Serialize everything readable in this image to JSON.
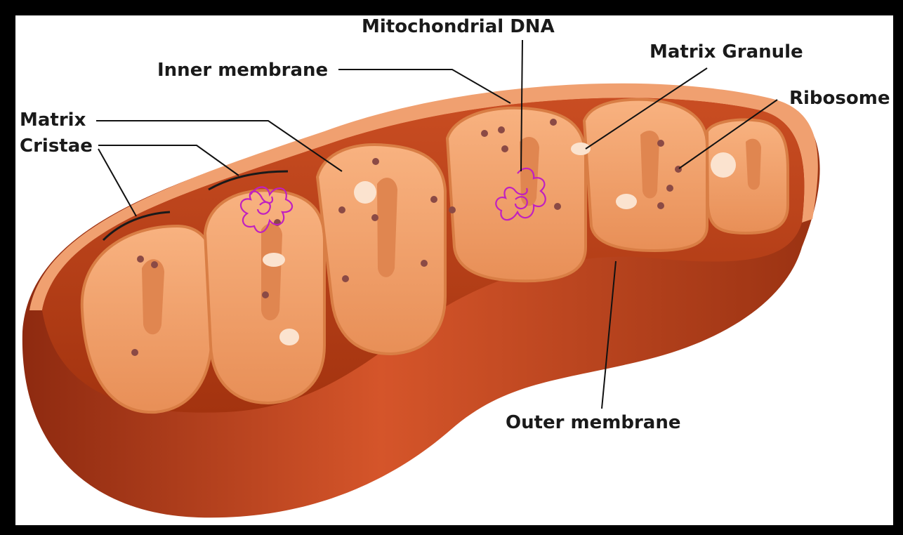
{
  "labels": {
    "mitochondrial_dna": "Mitochondrial DNA",
    "inner_membrane": "Inner membrane",
    "matrix_granule": "Matrix Granule",
    "ribosome": "Ribosome",
    "matrix": "Matrix",
    "cristae": "Cristae",
    "outer_membrane": "Outer membrane"
  },
  "colors": {
    "frame": "#000000",
    "background": "#ffffff",
    "outer_membrane": "#c8431c",
    "outer_membrane_dark": "#8e2a10",
    "rim": "#f0a070",
    "cavity": "#b23a14",
    "fold_fill": "#f4a36f",
    "fold_side": "#d97e45",
    "ribosome": "#8b4a45",
    "granule": "#fbe3cf",
    "dna": "#c020c0",
    "leader": "#111111"
  }
}
